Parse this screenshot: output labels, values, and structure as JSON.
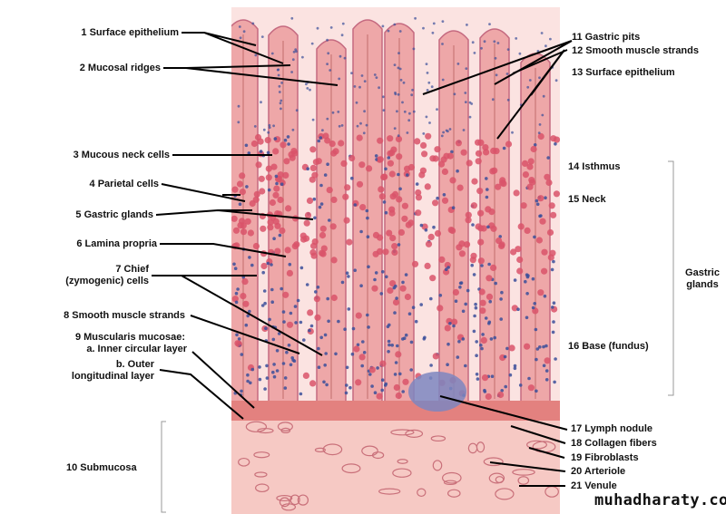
{
  "labels_left": [
    "1 Surface epithelium",
    "2 Mucosal ridges",
    "3 Mucous neck cells",
    "4 Parietal cells",
    "5 Gastric glands",
    "6 Lamina propria",
    "7 Chief",
    "(zymogenic) cells",
    "8 Smooth muscle strands",
    "9 Muscularis mucosae:",
    "a. Inner circular layer",
    "b. Outer",
    "longitudinal layer",
    "10 Submucosa"
  ],
  "labels_right": [
    "11 Gastric pits",
    "12 Smooth muscle strands",
    "13 Surface epithelium",
    "14 Isthmus",
    "15 Neck",
    "Gastric",
    "glands",
    "16 Base (fundus)",
    "17 Lymph nodule",
    "18 Collagen fibers",
    "19 Fibroblasts",
    "20 Arteriole",
    "21 Venule"
  ],
  "watermark": "muhadharaty.com",
  "colors": {
    "mucosa": "#eea7a8",
    "submucosa": "#f6c9c4",
    "nuclei": "#3b4f9a",
    "parietal": "#d9536a",
    "muscle": "#e07f7f"
  }
}
